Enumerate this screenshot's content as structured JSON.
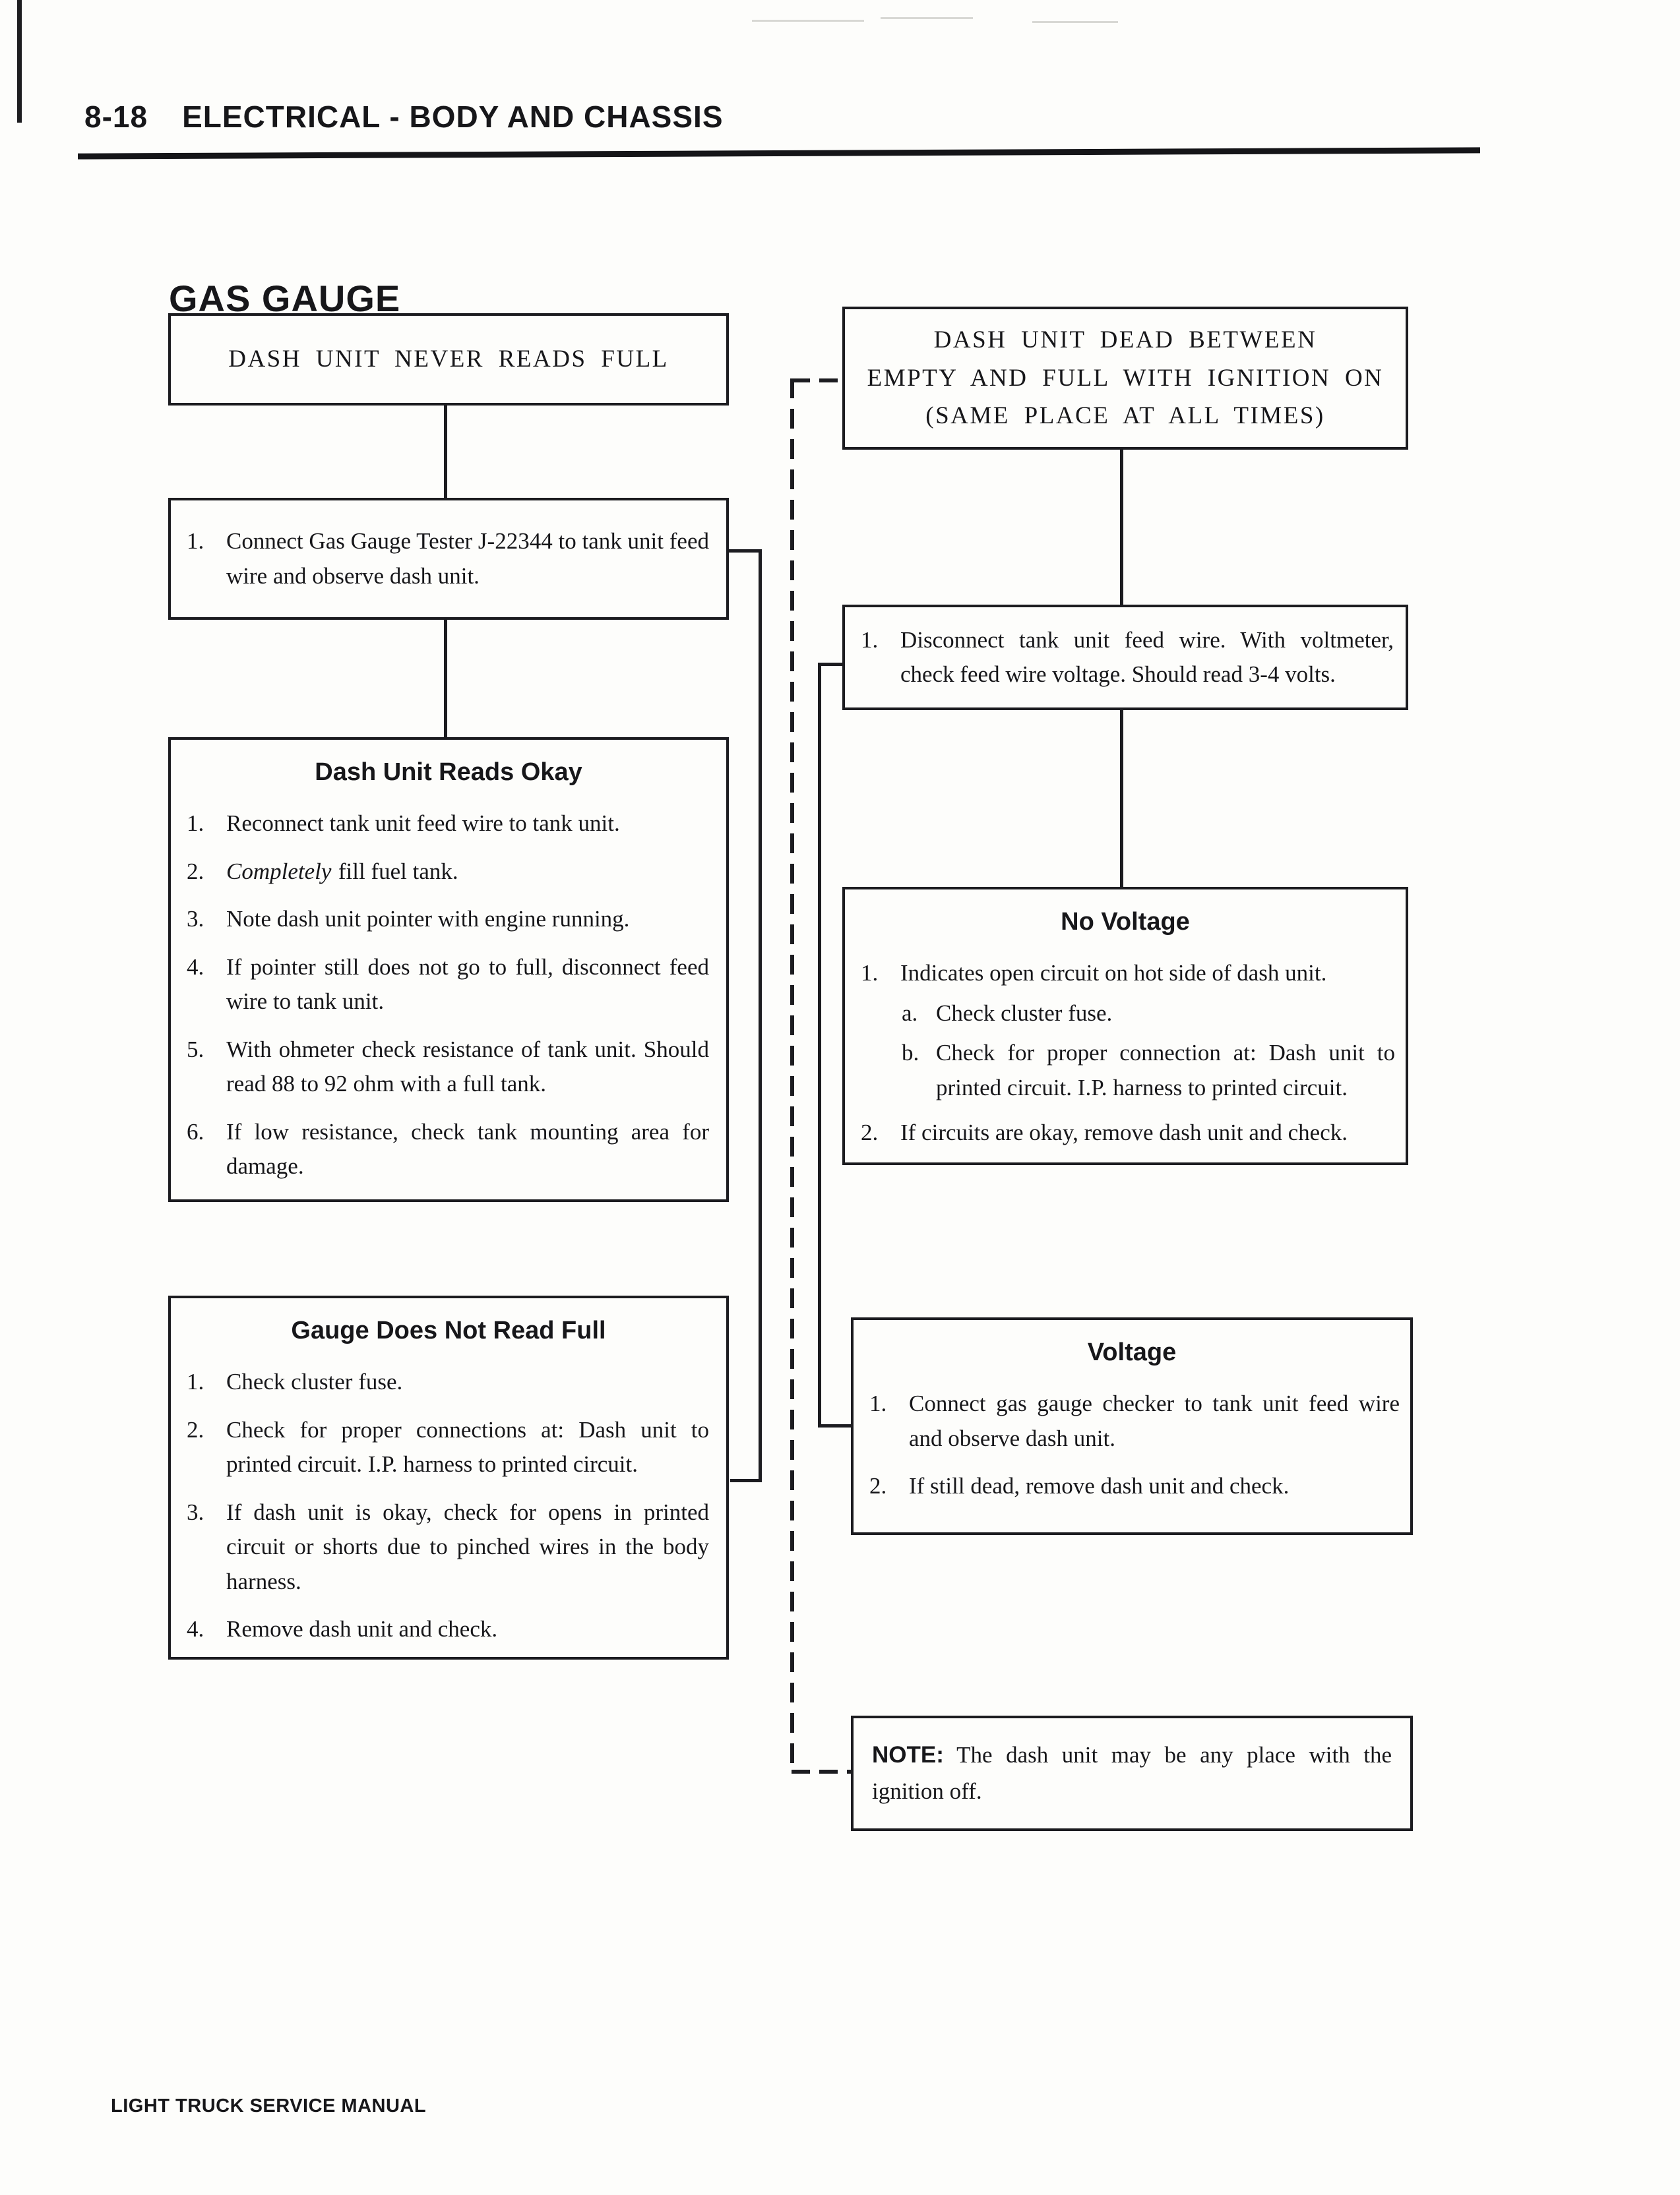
{
  "page": {
    "number": "8-18",
    "title": "ELECTRICAL - BODY AND CHASSIS",
    "section": "GAS GAUGE",
    "footer": "LIGHT TRUCK SERVICE MANUAL"
  },
  "boxes": {
    "never_full": {
      "line1": "DASH UNIT NEVER READS FULL"
    },
    "tester": {
      "items": [
        {
          "num": "1.",
          "text": "Connect Gas Gauge Tester J-22344 to tank unit feed wire and observe dash unit."
        }
      ]
    },
    "reads_okay": {
      "heading": "Dash Unit Reads Okay",
      "items": [
        {
          "num": "1.",
          "text": "Reconnect tank unit feed wire to tank unit."
        },
        {
          "num": "2.",
          "italic": "Completely",
          "text": "fill fuel tank."
        },
        {
          "num": "3.",
          "text": "Note dash unit pointer with engine running."
        },
        {
          "num": "4.",
          "text": "If pointer still does not go to full, disconnect feed wire to tank unit."
        },
        {
          "num": "5.",
          "text": "With ohmeter check resistance of tank unit. Should read 88 to 92 ohm with a full tank."
        },
        {
          "num": "6.",
          "text": "If low resistance, check tank mounting area for damage."
        }
      ]
    },
    "not_full": {
      "heading": "Gauge Does Not Read Full",
      "items": [
        {
          "num": "1.",
          "text": "Check cluster fuse."
        },
        {
          "num": "2.",
          "text": "Check for proper connections at: Dash unit to printed circuit. I.P. harness to printed circuit."
        },
        {
          "num": "3.",
          "text": "If dash unit is okay, check for opens in printed circuit or shorts due to pinched wires in the body harness."
        },
        {
          "num": "4.",
          "text": "Remove dash unit and check."
        }
      ]
    },
    "dead_between": {
      "line1": "DASH UNIT DEAD BETWEEN",
      "line2": "EMPTY AND FULL WITH IGNITION ON",
      "line3": "(SAME PLACE AT ALL TIMES)"
    },
    "disconnect": {
      "items": [
        {
          "num": "1.",
          "text": "Disconnect tank unit feed wire. With voltmeter, check feed wire voltage. Should read 3-4 volts."
        }
      ]
    },
    "no_voltage": {
      "heading": "No Voltage",
      "items": [
        {
          "num": "1.",
          "text": "Indicates open circuit on hot side of dash unit."
        },
        {
          "num": "a.",
          "text": "Check cluster fuse."
        },
        {
          "num": "b.",
          "text": "Check for proper connection at: Dash unit to printed circuit. I.P. harness to printed circuit."
        },
        {
          "num": "2.",
          "text": "If circuits are okay, remove dash unit and check."
        }
      ]
    },
    "voltage": {
      "heading": "Voltage",
      "items": [
        {
          "num": "1.",
          "text": "Connect gas gauge checker to tank unit feed wire and observe dash unit."
        },
        {
          "num": "2.",
          "text": "If still dead, remove dash unit and check."
        }
      ]
    },
    "note": {
      "label": "NOTE:",
      "text": "The dash unit may be any place with the ignition off."
    }
  }
}
